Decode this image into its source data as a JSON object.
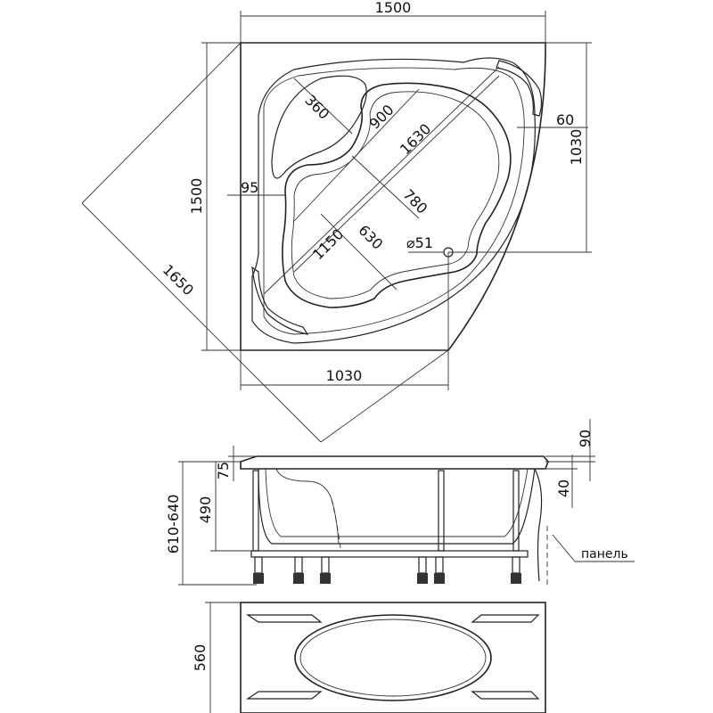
{
  "plan_view": {
    "dims": {
      "top_width": "1500",
      "left_height": "1500",
      "diagonal_outer": "1650",
      "right_side": "1030",
      "bottom_side": "1030",
      "seat_depth": "360",
      "inner_diag": "900",
      "overall_diag": "1630",
      "edge_60": "60",
      "edge_95": "95",
      "inner_780": "780",
      "width_1150": "1150",
      "width_630": "630",
      "drain": "⌀51"
    }
  },
  "side_view": {
    "dims": {
      "height_range": "610-640",
      "depth_490": "490",
      "rim_75": "75",
      "rim_90": "90",
      "rim_40": "40"
    },
    "panel_label": "панель"
  },
  "end_view": {
    "dims": {
      "height_560": "560"
    }
  }
}
